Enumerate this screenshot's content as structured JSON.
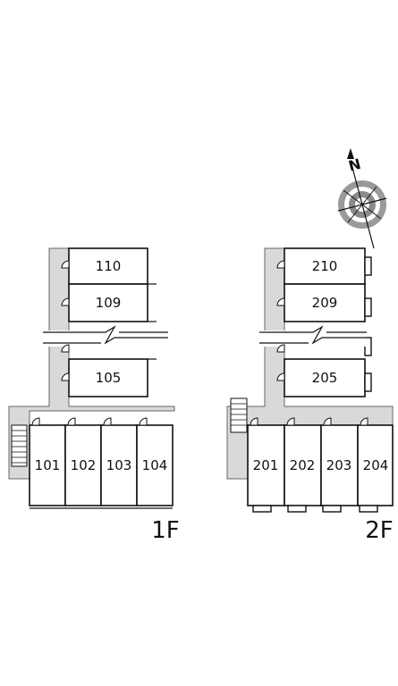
{
  "floors": [
    {
      "label": "1F",
      "units_top": [
        "110",
        "109",
        "105"
      ],
      "units_bottom": [
        "101",
        "102",
        "103",
        "104"
      ]
    },
    {
      "label": "2F",
      "units_top": [
        "210",
        "209",
        "205"
      ],
      "units_bottom": [
        "201",
        "202",
        "203",
        "204"
      ]
    }
  ],
  "compass": {
    "letter": "N",
    "icon": "compass-rose-icon"
  },
  "colors": {
    "corridor": "#d9d9d9",
    "wall": "#111111"
  }
}
